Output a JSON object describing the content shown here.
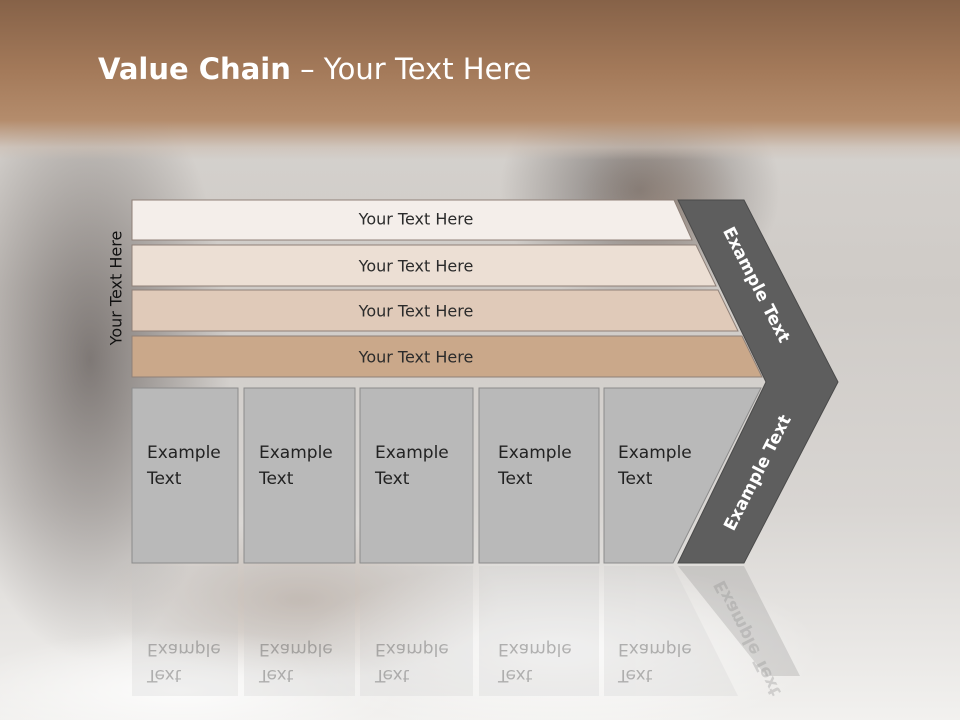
{
  "slide": {
    "title_bold": "Value Chain",
    "title_rest": " – Your Text Here",
    "side_label": "Your Text Here"
  },
  "bars": [
    {
      "label": "Your Text Here",
      "color": "#f4eeea"
    },
    {
      "label": "Your Text Here",
      "color": "#ecdfd4"
    },
    {
      "label": "Your Text Here",
      "color": "#e0cab9"
    },
    {
      "label": "Your Text Here",
      "color": "#caa88a"
    }
  ],
  "cells": [
    {
      "line1": "Example",
      "line2": "Text"
    },
    {
      "line1": "Example",
      "line2": "Text"
    },
    {
      "line1": "Example",
      "line2": "Text"
    },
    {
      "line1": "Example",
      "line2": "Text"
    },
    {
      "line1": "Example",
      "line2": "Text"
    }
  ],
  "chevron": {
    "upper_label": "Example Text",
    "lower_label": "Example Text",
    "color": "#5e5e5e"
  },
  "colors": {
    "cell_fill": "#b9b9b9",
    "band_brown": "#a47a5a"
  }
}
